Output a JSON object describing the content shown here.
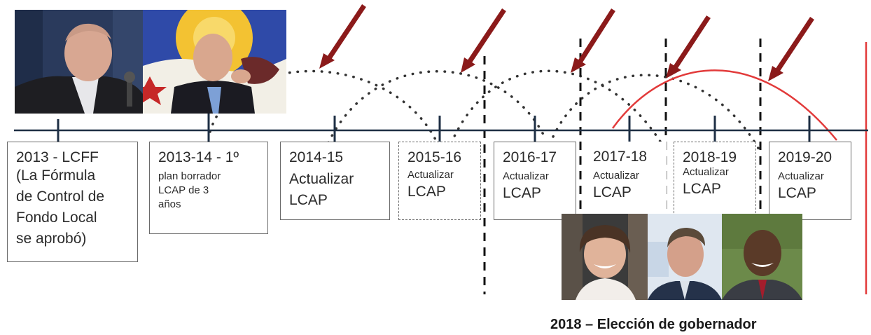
{
  "colors": {
    "timeline": "#1e2f44",
    "arrow": "#8b1a1a",
    "curve": "#e23a3a",
    "box_border": "#6a6a6a"
  },
  "boxes": [
    {
      "year": "2013 - LCFF",
      "line1": "(La Fórmula",
      "line2": "de Control de",
      "line3": "Fondo Local",
      "line4": "se aprobó)"
    },
    {
      "year": "2013-14 - 1º",
      "line1": "plan borrador",
      "line2": "LCAP de 3",
      "line3": "años"
    },
    {
      "year": "2014-15",
      "line1": "Actualizar",
      "line2": "LCAP"
    },
    {
      "year": "2015-16",
      "line1": "Actualizar",
      "line2": "LCAP"
    },
    {
      "year": "2016-17",
      "line1": "Actualizar",
      "line2": "LCAP"
    },
    {
      "year": "2017-18",
      "line1": "Actualizar",
      "line2": "LCAP"
    },
    {
      "year": "2018-19",
      "line1": "Actualizar",
      "line2": "LCAP"
    },
    {
      "year": "2019-20",
      "line1": "Actualizar",
      "line2": "LCAP"
    }
  ],
  "photos": {
    "top_left_1": "photo-man-at-microphone",
    "top_left_2": "photo-man-with-california-flag",
    "bottom_1": "photo-woman-smiling",
    "bottom_2": "photo-man-speaking",
    "bottom_3": "photo-man-in-suit"
  },
  "caption": "2018 – Elección de gobernador"
}
